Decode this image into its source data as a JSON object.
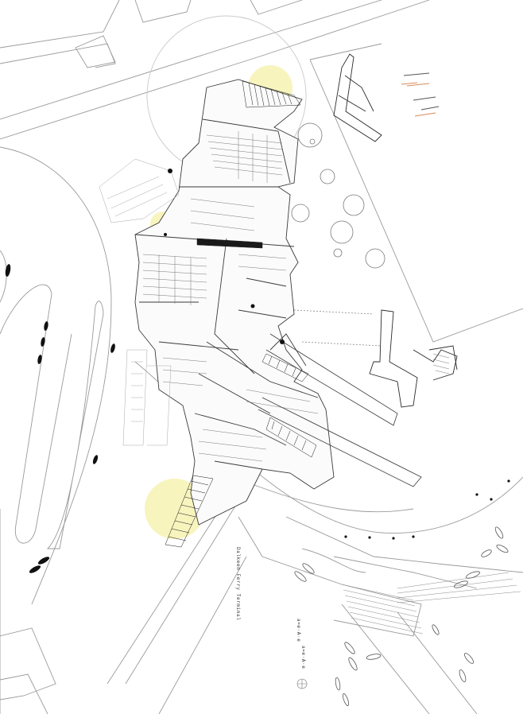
{
  "drawing": {
    "type": "architectural site plan",
    "labels": {
      "caption": "Dalkeen Ferry Terminal",
      "note_a": "a=e·A·e",
      "note_b": "a=e·A·e"
    },
    "colors": {
      "line": "#3a3a3a",
      "light_line": "#9a9a9a",
      "highlight": "#f4f0a8",
      "fill_dark": "#1a1a1a",
      "accent": "#d98a5a"
    }
  }
}
